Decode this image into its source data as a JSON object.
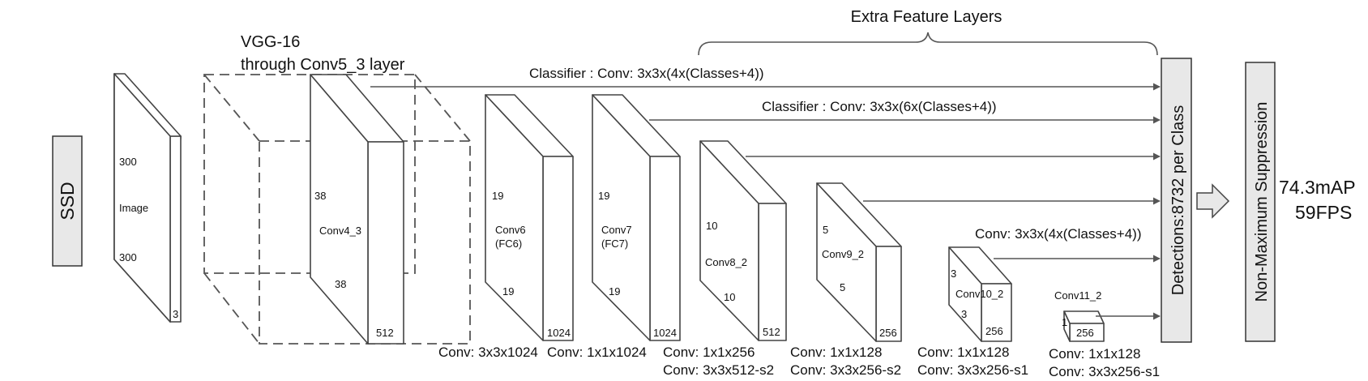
{
  "ssd_label": "SSD",
  "vgg": {
    "line1": "VGG-16",
    "line2": "through Conv5_3 layer"
  },
  "extra_feature_layers": "Extra Feature Layers",
  "classifier_top": "Classifier : Conv: 3x3x(4x(Classes+4))",
  "classifier_conv7": "Classifier : Conv: 3x3x(6x(Classes+4))",
  "classifier_conv10": "Conv: 3x3x(4x(Classes+4))",
  "detections": "Detections:8732  per Class",
  "nms": "Non-Maximum Suppression",
  "result": {
    "map": "74.3mAP",
    "fps": "59FPS"
  },
  "blocks": {
    "image": {
      "top": "300",
      "name": "Image",
      "bottom": "300",
      "depth": "3"
    },
    "conv4": {
      "top": "38",
      "name": "Conv4_3",
      "bottom": "38",
      "depth": "512"
    },
    "conv6": {
      "top": "19",
      "name1": "Conv6",
      "name2": "(FC6)",
      "bottom": "19",
      "depth": "1024"
    },
    "conv7": {
      "top": "19",
      "name1": "Conv7",
      "name2": "(FC7)",
      "bottom": "19",
      "depth": "1024"
    },
    "conv8": {
      "top": "10",
      "name": "Conv8_2",
      "bottom": "10",
      "depth": "512"
    },
    "conv9": {
      "top": "5",
      "name": "Conv9_2",
      "bottom": "5",
      "depth": "256"
    },
    "conv10": {
      "top": "3",
      "name": "Conv10_2",
      "bottom": "3",
      "depth": "256"
    },
    "conv11": {
      "name": "Conv11_2",
      "top": "1",
      "depth": "256"
    }
  },
  "conv_captions": {
    "conv6": "Conv: 3x3x1024",
    "conv7": "Conv: 1x1x1024",
    "conv8_a": "Conv: 1x1x256",
    "conv8_b": "Conv:  3x3x512-s2",
    "conv9_a": "Conv: 1x1x128",
    "conv9_b": "Conv: 3x3x256-s2",
    "conv10_a": "Conv: 1x1x128",
    "conv10_b": "Conv: 3x3x256-s1",
    "conv11_a": "Conv: 1x1x128",
    "conv11_b": "Conv: 3x3x256-s1"
  }
}
